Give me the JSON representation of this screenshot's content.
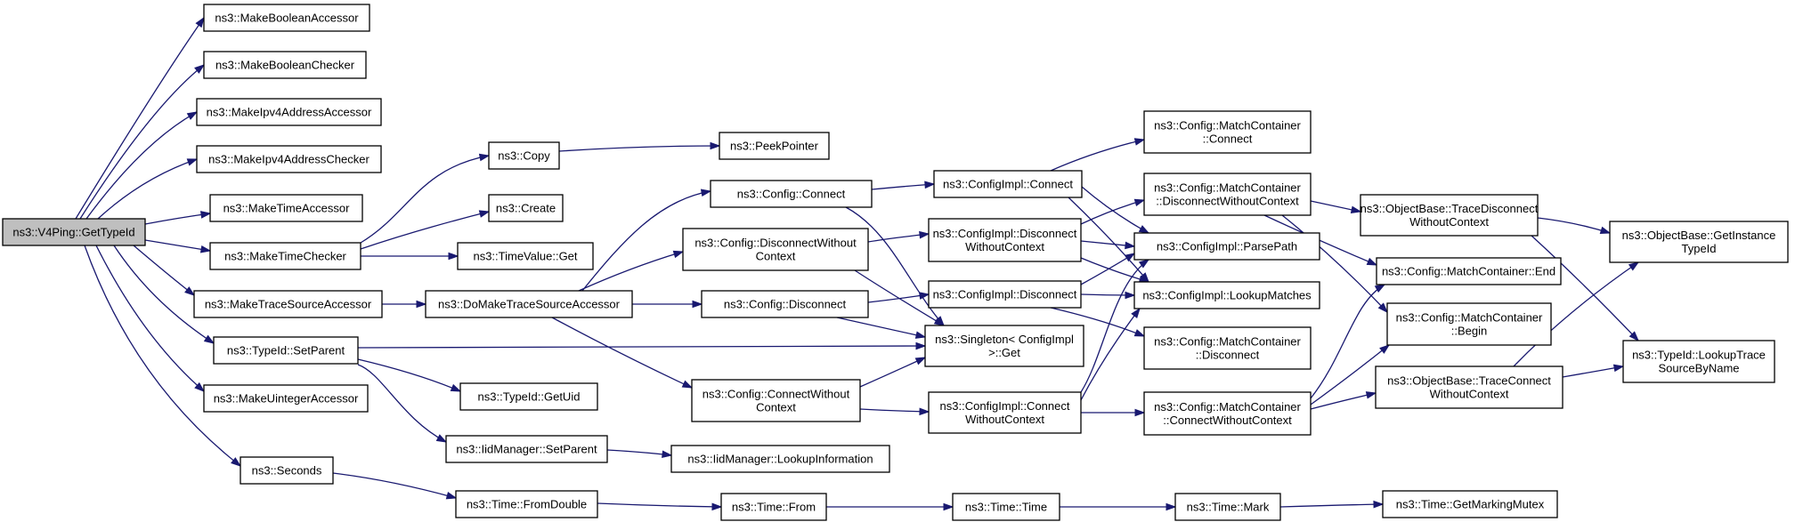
{
  "graph": {
    "nodes": [
      {
        "id": "root",
        "lines": [
          "ns3::V4Ping::GetTypeId"
        ]
      },
      {
        "id": "mba",
        "lines": [
          "ns3::MakeBooleanAccessor"
        ]
      },
      {
        "id": "mbc",
        "lines": [
          "ns3::MakeBooleanChecker"
        ]
      },
      {
        "id": "mia",
        "lines": [
          "ns3::MakeIpv4AddressAccessor"
        ]
      },
      {
        "id": "mic",
        "lines": [
          "ns3::MakeIpv4AddressChecker"
        ]
      },
      {
        "id": "mta",
        "lines": [
          "ns3::MakeTimeAccessor"
        ]
      },
      {
        "id": "mtc",
        "lines": [
          "ns3::MakeTimeChecker"
        ]
      },
      {
        "id": "mtsa",
        "lines": [
          "ns3::MakeTraceSourceAccessor"
        ]
      },
      {
        "id": "tsp",
        "lines": [
          "ns3::TypeId::SetParent"
        ]
      },
      {
        "id": "mua",
        "lines": [
          "ns3::MakeUintegerAccessor"
        ]
      },
      {
        "id": "sec",
        "lines": [
          "ns3::Seconds"
        ]
      },
      {
        "id": "copy",
        "lines": [
          "ns3::Copy"
        ]
      },
      {
        "id": "peek",
        "lines": [
          "ns3::PeekPointer"
        ]
      },
      {
        "id": "create",
        "lines": [
          "ns3::Create"
        ]
      },
      {
        "id": "tvget",
        "lines": [
          "ns3::TimeValue::Get"
        ]
      },
      {
        "id": "dmtsa",
        "lines": [
          "ns3::DoMakeTraceSourceAccessor"
        ]
      },
      {
        "id": "getuid",
        "lines": [
          "ns3::TypeId::GetUid"
        ]
      },
      {
        "id": "iidsp",
        "lines": [
          "ns3::IidManager::SetParent"
        ]
      },
      {
        "id": "iidli",
        "lines": [
          "ns3::IidManager::LookupInformation"
        ]
      },
      {
        "id": "fromdouble",
        "lines": [
          "ns3::Time::FromDouble"
        ]
      },
      {
        "id": "ccon",
        "lines": [
          "ns3::Config::Connect"
        ]
      },
      {
        "id": "cdwc",
        "lines": [
          "ns3::Config::DisconnectWithout",
          "Context"
        ]
      },
      {
        "id": "cdis",
        "lines": [
          "ns3::Config::Disconnect"
        ]
      },
      {
        "id": "ccwc",
        "lines": [
          "ns3::Config::ConnectWithout",
          "Context"
        ]
      },
      {
        "id": "tfrom",
        "lines": [
          "ns3::Time::From"
        ]
      },
      {
        "id": "cicon",
        "lines": [
          "ns3::ConfigImpl::Connect"
        ]
      },
      {
        "id": "cidwc",
        "lines": [
          "ns3::ConfigImpl::Disconnect",
          "WithoutContext"
        ]
      },
      {
        "id": "cidis",
        "lines": [
          "ns3::ConfigImpl::Disconnect"
        ]
      },
      {
        "id": "singleton",
        "lines": [
          "ns3::Singleton< ConfigImpl",
          " >::Get"
        ]
      },
      {
        "id": "cicwc",
        "lines": [
          "ns3::ConfigImpl::Connect",
          "WithoutContext"
        ]
      },
      {
        "id": "ttime",
        "lines": [
          "ns3::Time::Time"
        ]
      },
      {
        "id": "mccon",
        "lines": [
          "ns3::Config::MatchContainer",
          "::Connect"
        ]
      },
      {
        "id": "mcdwc",
        "lines": [
          "ns3::Config::MatchContainer",
          "::DisconnectWithoutContext"
        ]
      },
      {
        "id": "parse",
        "lines": [
          "ns3::ConfigImpl::ParsePath"
        ]
      },
      {
        "id": "lookup",
        "lines": [
          "ns3::ConfigImpl::LookupMatches"
        ]
      },
      {
        "id": "mcdis",
        "lines": [
          "ns3::Config::MatchContainer",
          "::Disconnect"
        ]
      },
      {
        "id": "mccwc",
        "lines": [
          "ns3::Config::MatchContainer",
          "::ConnectWithoutContext"
        ]
      },
      {
        "id": "tmark",
        "lines": [
          "ns3::Time::Mark"
        ]
      },
      {
        "id": "obtdwc",
        "lines": [
          "ns3::ObjectBase::TraceDisconnect",
          "WithoutContext"
        ]
      },
      {
        "id": "mcend",
        "lines": [
          "ns3::Config::MatchContainer::End"
        ]
      },
      {
        "id": "mcbegin",
        "lines": [
          "ns3::Config::MatchContainer",
          "::Begin"
        ]
      },
      {
        "id": "obtcwc",
        "lines": [
          "ns3::ObjectBase::TraceConnect",
          "WithoutContext"
        ]
      },
      {
        "id": "gmm",
        "lines": [
          "ns3::Time::GetMarkingMutex"
        ]
      },
      {
        "id": "obgit",
        "lines": [
          "ns3::ObjectBase::GetInstance",
          "TypeId"
        ]
      },
      {
        "id": "tilts",
        "lines": [
          "ns3::TypeId::LookupTrace",
          "SourceByName"
        ]
      }
    ]
  }
}
